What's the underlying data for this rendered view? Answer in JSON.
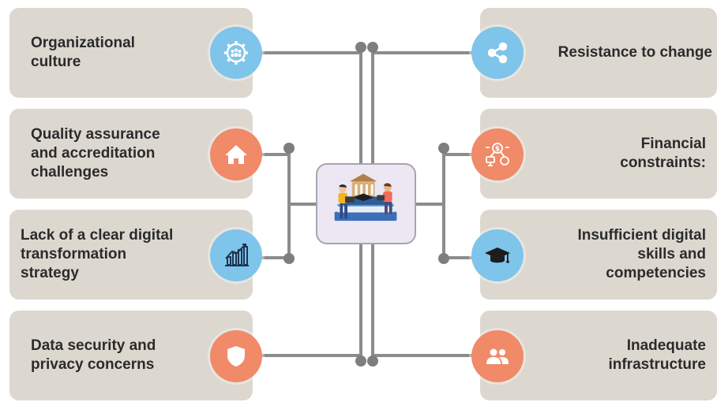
{
  "colors": {
    "card": "#dcd8d0",
    "blue_icon": "#7fc4ea",
    "orange_icon": "#f08a68",
    "connector": "#8c8c8c"
  },
  "left_items": [
    {
      "label": "Organizational\nculture",
      "icon": "team-gear-icon",
      "color": "blue"
    },
    {
      "label": "Quality assurance\nand accreditation\nchallenges",
      "icon": "home-icon",
      "color": "orange"
    },
    {
      "label": "Lack of a clear digital\ntransformation\nstrategy",
      "icon": "growth-chart-icon",
      "color": "blue"
    },
    {
      "label": "Data security and\nprivacy concerns",
      "icon": "shield-icon",
      "color": "orange"
    }
  ],
  "right_items": [
    {
      "label": "Resistance to change",
      "icon": "share-icon",
      "color": "blue"
    },
    {
      "label": "Financial\nconstraints:",
      "icon": "finance-icon",
      "color": "orange"
    },
    {
      "label": "Insufficient digital\nskills and\ncompetencies",
      "icon": "graduation-cap-icon",
      "color": "blue"
    },
    {
      "label": "Inadequate\ninfrastructure",
      "icon": "people-icon",
      "color": "orange"
    }
  ],
  "hub": {
    "icon": "education-illustration-icon"
  }
}
